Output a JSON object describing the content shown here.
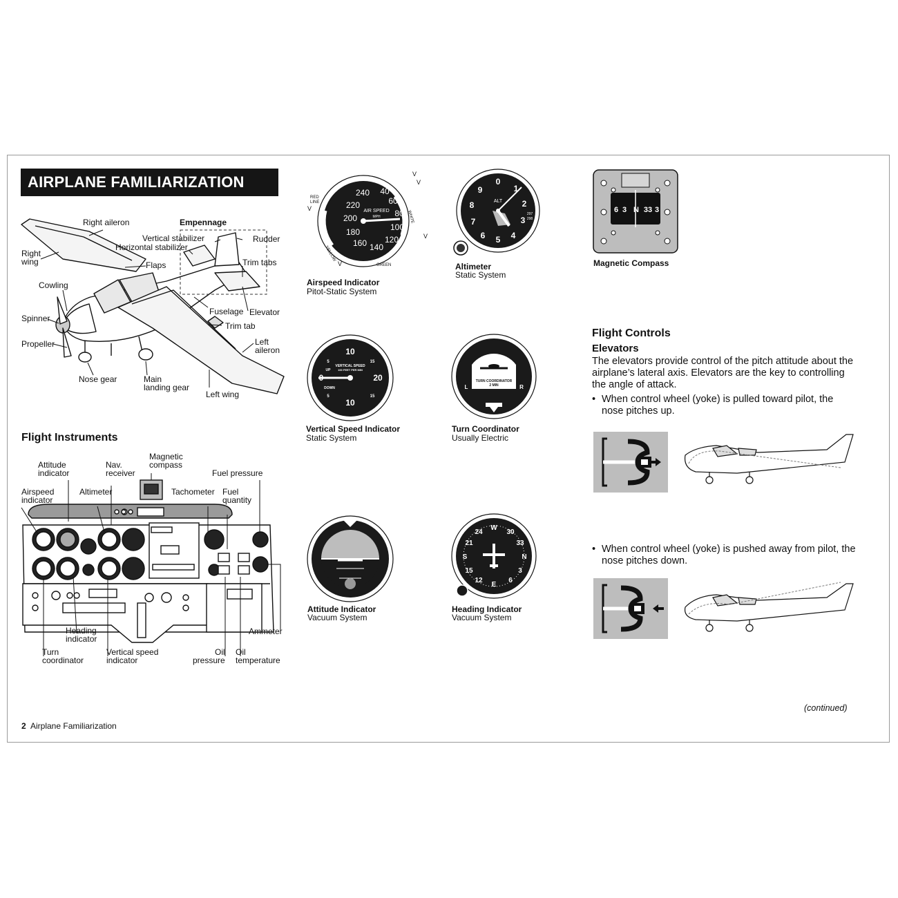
{
  "header": {
    "banner": "AIRPLANE FAMILIARIZATION"
  },
  "airplane_labels": {
    "right_aileron": "Right aileron",
    "empennage": "Empennage",
    "vertical_stabilizer": "Vertical stabilizer",
    "rudder": "Rudder",
    "horizontal_stabilizer": "Horizontal stabilizer",
    "right_wing_1": "Right",
    "right_wing_2": "wing",
    "flaps": "Flaps",
    "trim_tabs": "Trim tabs",
    "cowling": "Cowling",
    "fuselage": "Fuselage",
    "elevator": "Elevator",
    "spinner": "Spinner",
    "trim_tab": "Trim tab",
    "propeller": "Propeller",
    "left_aileron_1": "Left",
    "left_aileron_2": "aileron",
    "nose_gear": "Nose gear",
    "main_gear_1": "Main",
    "main_gear_2": "landing gear",
    "left_wing": "Left wing"
  },
  "flight_instruments": {
    "title": "Flight Instruments",
    "labels": {
      "attitude_1": "Attitude",
      "attitude_2": "indicator",
      "nav_1": "Nav.",
      "nav_2": "receiver",
      "magcomp_1": "Magnetic",
      "magcomp_2": "compass",
      "fuel_pressure": "Fuel pressure",
      "airspeed_1": "Airspeed",
      "airspeed_2": "indicator",
      "altimeter": "Altimeter",
      "tachometer": "Tachometer",
      "fuel_qty_1": "Fuel",
      "fuel_qty_2": "quantity",
      "heading_1": "Heading",
      "heading_2": "indicator",
      "ammeter": "Ammeter",
      "turn_1": "Turn",
      "turn_2": "coordinator",
      "vsi_1": "Vertical speed",
      "vsi_2": "indicator",
      "oil_p_1": "Oil",
      "oil_p_2": "pressure",
      "oil_t_1": "Oil",
      "oil_t_2": "temperature"
    }
  },
  "gauges": {
    "airspeed": {
      "title": "Airspeed Indicator",
      "sub": "Pitot-Static System",
      "face": "AIR SPEED",
      "unit": "MPH",
      "red_line_1": "RED",
      "red_line_2": "LINE",
      "yellow": "YELLOW",
      "green": "GREEN",
      "white": "WHITE",
      "vne": "V",
      "vso": "V",
      "vfe": "V",
      "vs1": "V",
      "vno": "V",
      "ticks": [
        "40",
        "60",
        "80",
        "100",
        "120",
        "140",
        "160",
        "180",
        "200",
        "220",
        "240"
      ]
    },
    "altimeter": {
      "title": "Altimeter",
      "sub": "Static System",
      "face": "ALT",
      "ticks": [
        "0",
        "1",
        "2",
        "3",
        "4",
        "5",
        "6",
        "7",
        "8",
        "9"
      ],
      "kollsman_1": "297",
      "kollsman_2": "298"
    },
    "compass": {
      "title": "Magnetic Compass",
      "scale": [
        "6",
        "3",
        "N",
        "33",
        "3"
      ]
    },
    "vsi": {
      "title": "Vertical Speed Indicator",
      "sub": "Static System",
      "face_1": "VERTICAL SPEED",
      "face_2": "100 FEET PER MIN",
      "up": "UP",
      "down": "DOWN",
      "ticks": [
        "10",
        "5",
        "0",
        "5",
        "10",
        "15",
        "20",
        "15"
      ]
    },
    "turn": {
      "title": "Turn Coordinator",
      "sub": "Usually Electric",
      "face_1": "TURN COORDINATOR",
      "face_2": "2 MIN",
      "left": "L",
      "right": "R"
    },
    "attitude": {
      "title": "Attitude Indicator",
      "sub": "Vacuum System"
    },
    "heading": {
      "title": "Heading Indicator",
      "sub": "Vacuum System",
      "ticks": [
        "N",
        "3",
        "6",
        "E",
        "12",
        "15",
        "S",
        "21",
        "24",
        "W",
        "30",
        "33"
      ]
    }
  },
  "flight_controls": {
    "title": "Flight Controls",
    "subtitle": "Elevators",
    "paragraph": "The elevators provide control of the pitch attitude about the airplane’s lateral axis. Elevators are the key to controlling the angle of attack.",
    "bullet_1": "When control wheel (yoke) is pulled toward pilot, the nose pitches up.",
    "bullet_2": "When control wheel (yoke) is pushed away from pilot, the nose pitches down."
  },
  "footer": {
    "continued": "(continued)",
    "page_number": "2",
    "section": "Airplane Familiarization"
  }
}
